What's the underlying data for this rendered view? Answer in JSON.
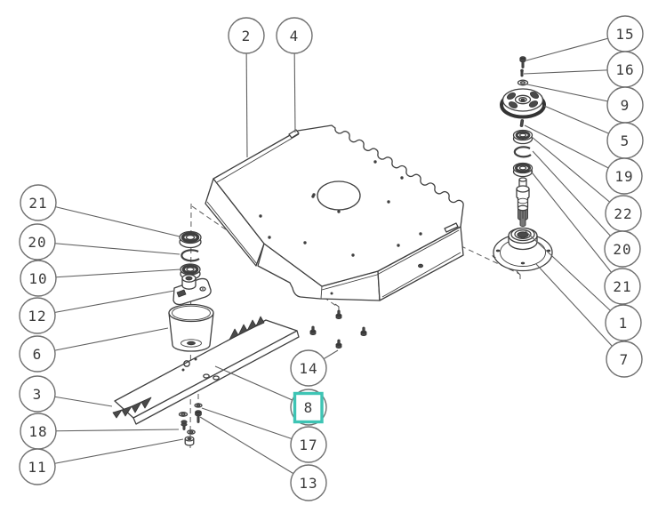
{
  "diagram": {
    "type": "exploded-parts-diagram",
    "subject": "mower deck assembly",
    "background_color": "#ffffff",
    "line_color": "#3f3f3f",
    "highlight_color": "#3ec4b4",
    "highlighted_callout": "8"
  },
  "callouts": [
    {
      "id": "2",
      "label": "2"
    },
    {
      "id": "4",
      "label": "4"
    },
    {
      "id": "15",
      "label": "15"
    },
    {
      "id": "16",
      "label": "16"
    },
    {
      "id": "9",
      "label": "9"
    },
    {
      "id": "5",
      "label": "5"
    },
    {
      "id": "19",
      "label": "19"
    },
    {
      "id": "22",
      "label": "22"
    },
    {
      "id": "20-right",
      "label": "20"
    },
    {
      "id": "21-right",
      "label": "21"
    },
    {
      "id": "1",
      "label": "1"
    },
    {
      "id": "7",
      "label": "7"
    },
    {
      "id": "21-left",
      "label": "21"
    },
    {
      "id": "20-left",
      "label": "20"
    },
    {
      "id": "10",
      "label": "10"
    },
    {
      "id": "12",
      "label": "12"
    },
    {
      "id": "6",
      "label": "6"
    },
    {
      "id": "3",
      "label": "3"
    },
    {
      "id": "18",
      "label": "18"
    },
    {
      "id": "11",
      "label": "11"
    },
    {
      "id": "14",
      "label": "14"
    },
    {
      "id": "8",
      "label": "8"
    },
    {
      "id": "17",
      "label": "17"
    },
    {
      "id": "13",
      "label": "13"
    }
  ]
}
